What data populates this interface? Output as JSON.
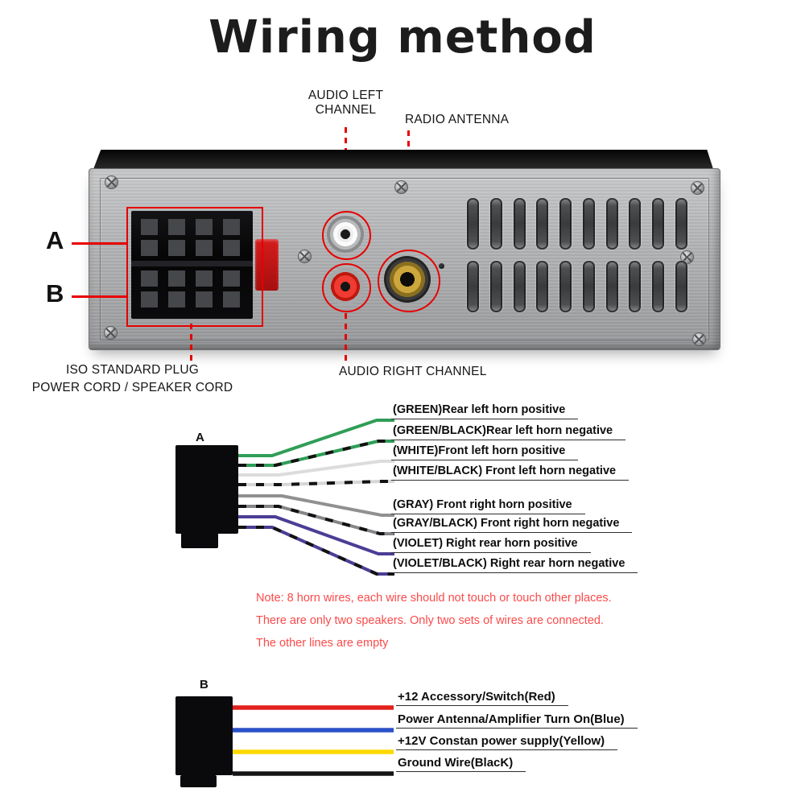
{
  "title": "Wiring method",
  "colors": {
    "accent_red": "#e60000",
    "note_red": "#fb4a4a",
    "panel_metal": "#b0b1b3",
    "connector_black": "#0b0b0d"
  },
  "callouts": {
    "audio_left": "AUDIO LEFT\nCHANNEL",
    "radio_antenna": "RADIO ANTENNA",
    "audio_right": "AUDIO RIGHT CHANNEL",
    "iso_line1": "ISO STANDARD PLUG",
    "iso_line2": "POWER CORD / SPEAKER CORD",
    "panel_a": "A",
    "panel_b": "B"
  },
  "section_a": {
    "connector_label": "A",
    "wires": [
      {
        "label": "(GREEN)Rear left horn positive",
        "color": "#2f9e57"
      },
      {
        "label": "(GREEN/BLACK)Rear left horn negative",
        "color": "#2f9e57",
        "stripe": "#121212"
      },
      {
        "label": "(WHITE)Front left horn positive",
        "color": "#dcdcdc"
      },
      {
        "label": "(WHITE/BLACK) Front left horn negative",
        "color": "#d6d6d6",
        "stripe": "#121212"
      },
      {
        "label": "(GRAY) Front right horn positive",
        "color": "#8f9092"
      },
      {
        "label": "(GRAY/BLACK) Front right horn negative",
        "color": "#85868a",
        "stripe": "#121212"
      },
      {
        "label": "(VIOLET) Right rear horn positive",
        "color": "#4c3d95"
      },
      {
        "label": "(VIOLET/BLACK) Right rear horn negative",
        "color": "#4c3d95",
        "stripe": "#121212"
      }
    ]
  },
  "note": {
    "line1": "Note: 8 horn wires, each wire should not touch or touch other places.",
    "line2": "There are only two speakers. Only two sets of wires are connected.",
    "line3": "The other lines are empty"
  },
  "section_b": {
    "connector_label": "B",
    "wires": [
      {
        "label": "+12 Accessory/Switch(Red)",
        "color": "#e2211c"
      },
      {
        "label": "Power Antenna/Amplifier Turn On(Blue)",
        "color": "#2b51c8"
      },
      {
        "label": "+12V Constan power supply(Yellow)",
        "color": "#ffd900"
      },
      {
        "label": "Ground Wire(BlacK)",
        "color": "#141414"
      }
    ]
  }
}
